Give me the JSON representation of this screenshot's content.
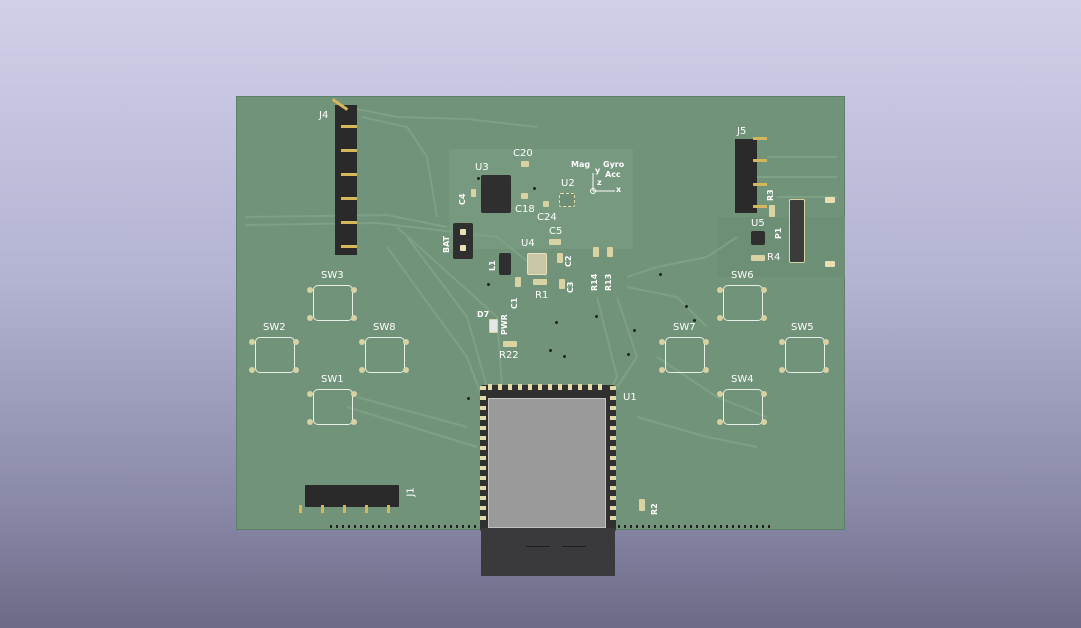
{
  "viewer": {
    "background_top": "#d0d0ea",
    "background_bottom": "#6b6b88"
  },
  "board": {
    "color": "#71937a",
    "silkscreen_color": "#ffffff"
  },
  "labels": {
    "j4": "J4",
    "j5": "J5",
    "j1": "J1",
    "u3": "U3",
    "u2": "U2",
    "u4": "U4",
    "u5": "U5",
    "u1": "U1",
    "c20": "C20",
    "c4": "C4",
    "c18": "C18",
    "c24": "C24",
    "c5": "C5",
    "c2": "C2",
    "c1": "C1",
    "c3": "C3",
    "l1": "L1",
    "r1": "R1",
    "r2": "R2",
    "r3": "R3",
    "r4": "R4",
    "r13": "R13",
    "r14": "R14",
    "r22": "R22",
    "p1": "P1",
    "bat": "BAT",
    "d7": "D7",
    "pwr": "PWR",
    "mag": "Mag",
    "gyro": "Gyro",
    "acc": "Acc",
    "axis_y": "y",
    "axis_x": "x",
    "axis_z": "z",
    "sw1": "SW1",
    "sw2": "SW2",
    "sw3": "SW3",
    "sw4": "SW4",
    "sw5": "SW5",
    "sw6": "SW6",
    "sw7": "SW7",
    "sw8": "SW8"
  }
}
